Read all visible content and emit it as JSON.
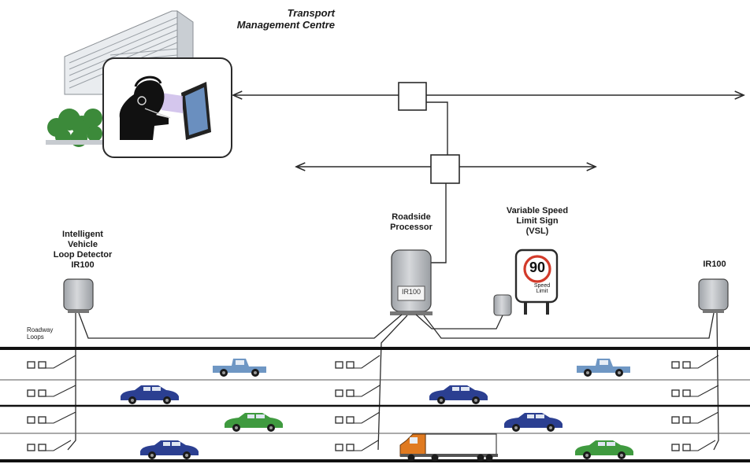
{
  "labels": {
    "tmc_line1": "Transport",
    "tmc_line2": "Management Centre",
    "detector_line1": "Intelligent",
    "detector_line2": "Vehicle",
    "detector_line3": "Loop Detector",
    "detector_line4": "IR100",
    "ir100_right": "IR100",
    "processor_line1": "Roadside",
    "processor_line2": "Processor",
    "processor_tag": "IR100",
    "vsl_line1": "Variable Speed",
    "vsl_line2": "Limit Sign",
    "vsl_line3": "(VSL)",
    "sign_speed": "90",
    "sign_sub1": "Speed",
    "sign_sub2": "Limit",
    "roadway_line1": "Roadway",
    "roadway_line2": "Loops"
  },
  "colors": {
    "line": "#2a2a2a",
    "device": "#b9bcc0",
    "car_blue": "#2b3f91",
    "car_green": "#3f9a3f",
    "truck_light": "#6f97c4",
    "truck_orange": "#e07a20",
    "sign_ring": "#d23a2a",
    "tree": "#3c8a3a"
  }
}
